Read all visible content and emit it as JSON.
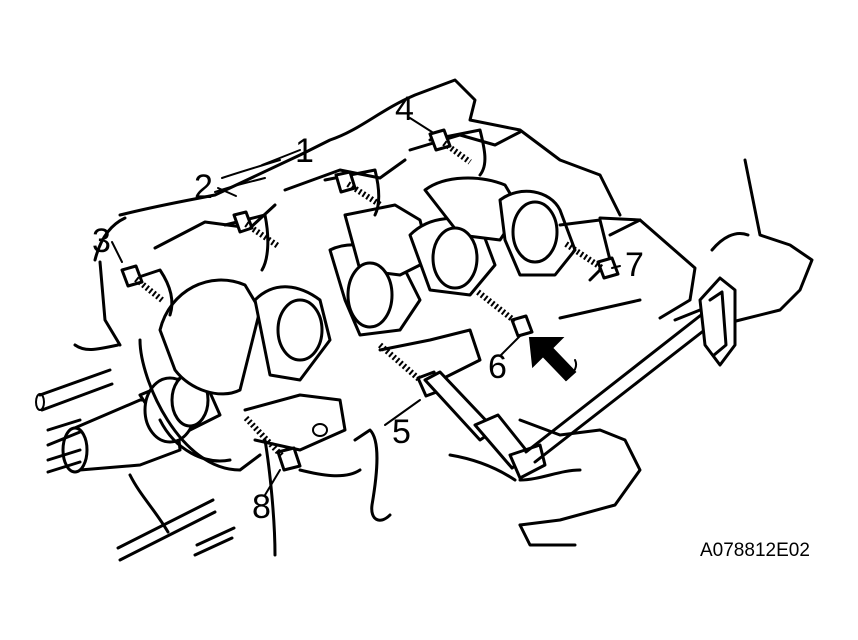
{
  "callouts": {
    "b1": "1",
    "b2": "2",
    "b3": "3",
    "b4": "4",
    "b5": "5",
    "b6": "6",
    "b7": "7",
    "b8": "8"
  },
  "reference_code": "A078812E02"
}
